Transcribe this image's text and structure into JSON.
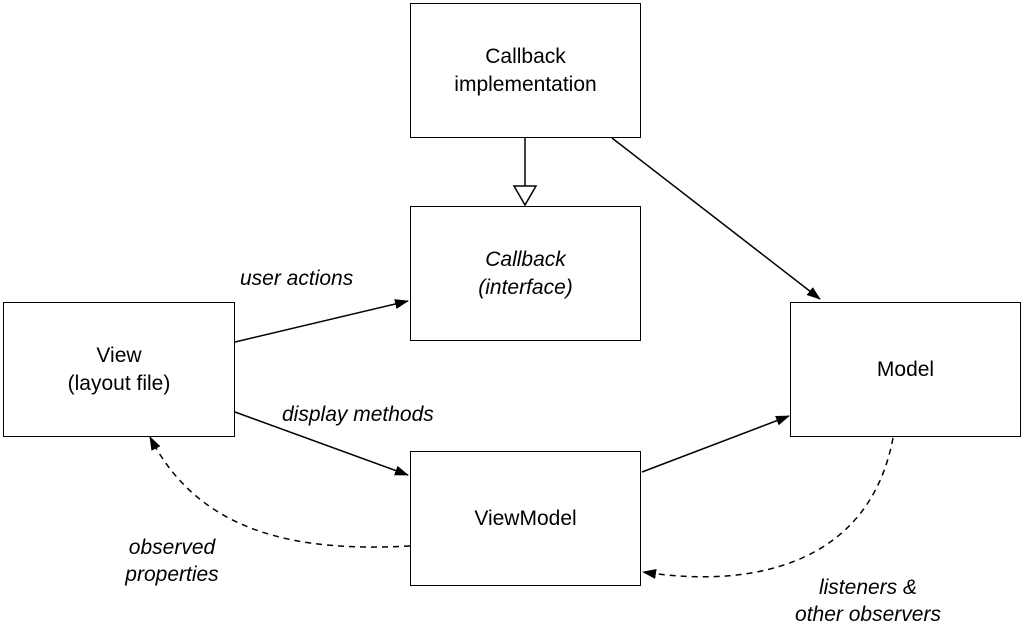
{
  "boxes": {
    "callback_impl": {
      "lines": [
        "Callback",
        "implementation"
      ]
    },
    "callback_interface": {
      "lines": [
        "Callback",
        "(interface)"
      ]
    },
    "view": {
      "lines": [
        "View",
        "(layout file)"
      ]
    },
    "viewmodel": {
      "lines": [
        "ViewModel"
      ]
    },
    "model": {
      "lines": [
        "Model"
      ]
    }
  },
  "edge_labels": {
    "user_actions": "user actions",
    "display_methods": "display methods",
    "observed_properties": [
      "observed",
      "properties"
    ],
    "listeners": [
      "listeners &",
      "other observers"
    ]
  },
  "edges": [
    {
      "from": "callback_impl",
      "to": "callback_interface",
      "style": "solid",
      "head": "hollow-triangle"
    },
    {
      "from": "callback_impl",
      "to": "model",
      "style": "solid",
      "head": "arrow"
    },
    {
      "from": "view",
      "to": "callback_interface",
      "style": "solid",
      "head": "arrow",
      "label": "user actions"
    },
    {
      "from": "view",
      "to": "viewmodel",
      "style": "solid",
      "head": "arrow",
      "label": "display methods"
    },
    {
      "from": "viewmodel",
      "to": "model",
      "style": "solid",
      "head": "arrow"
    },
    {
      "from": "viewmodel",
      "to": "view",
      "style": "dashed",
      "head": "arrow",
      "label": "observed properties"
    },
    {
      "from": "model",
      "to": "viewmodel",
      "style": "dashed",
      "head": "arrow",
      "label": "listeners & other observers"
    }
  ]
}
